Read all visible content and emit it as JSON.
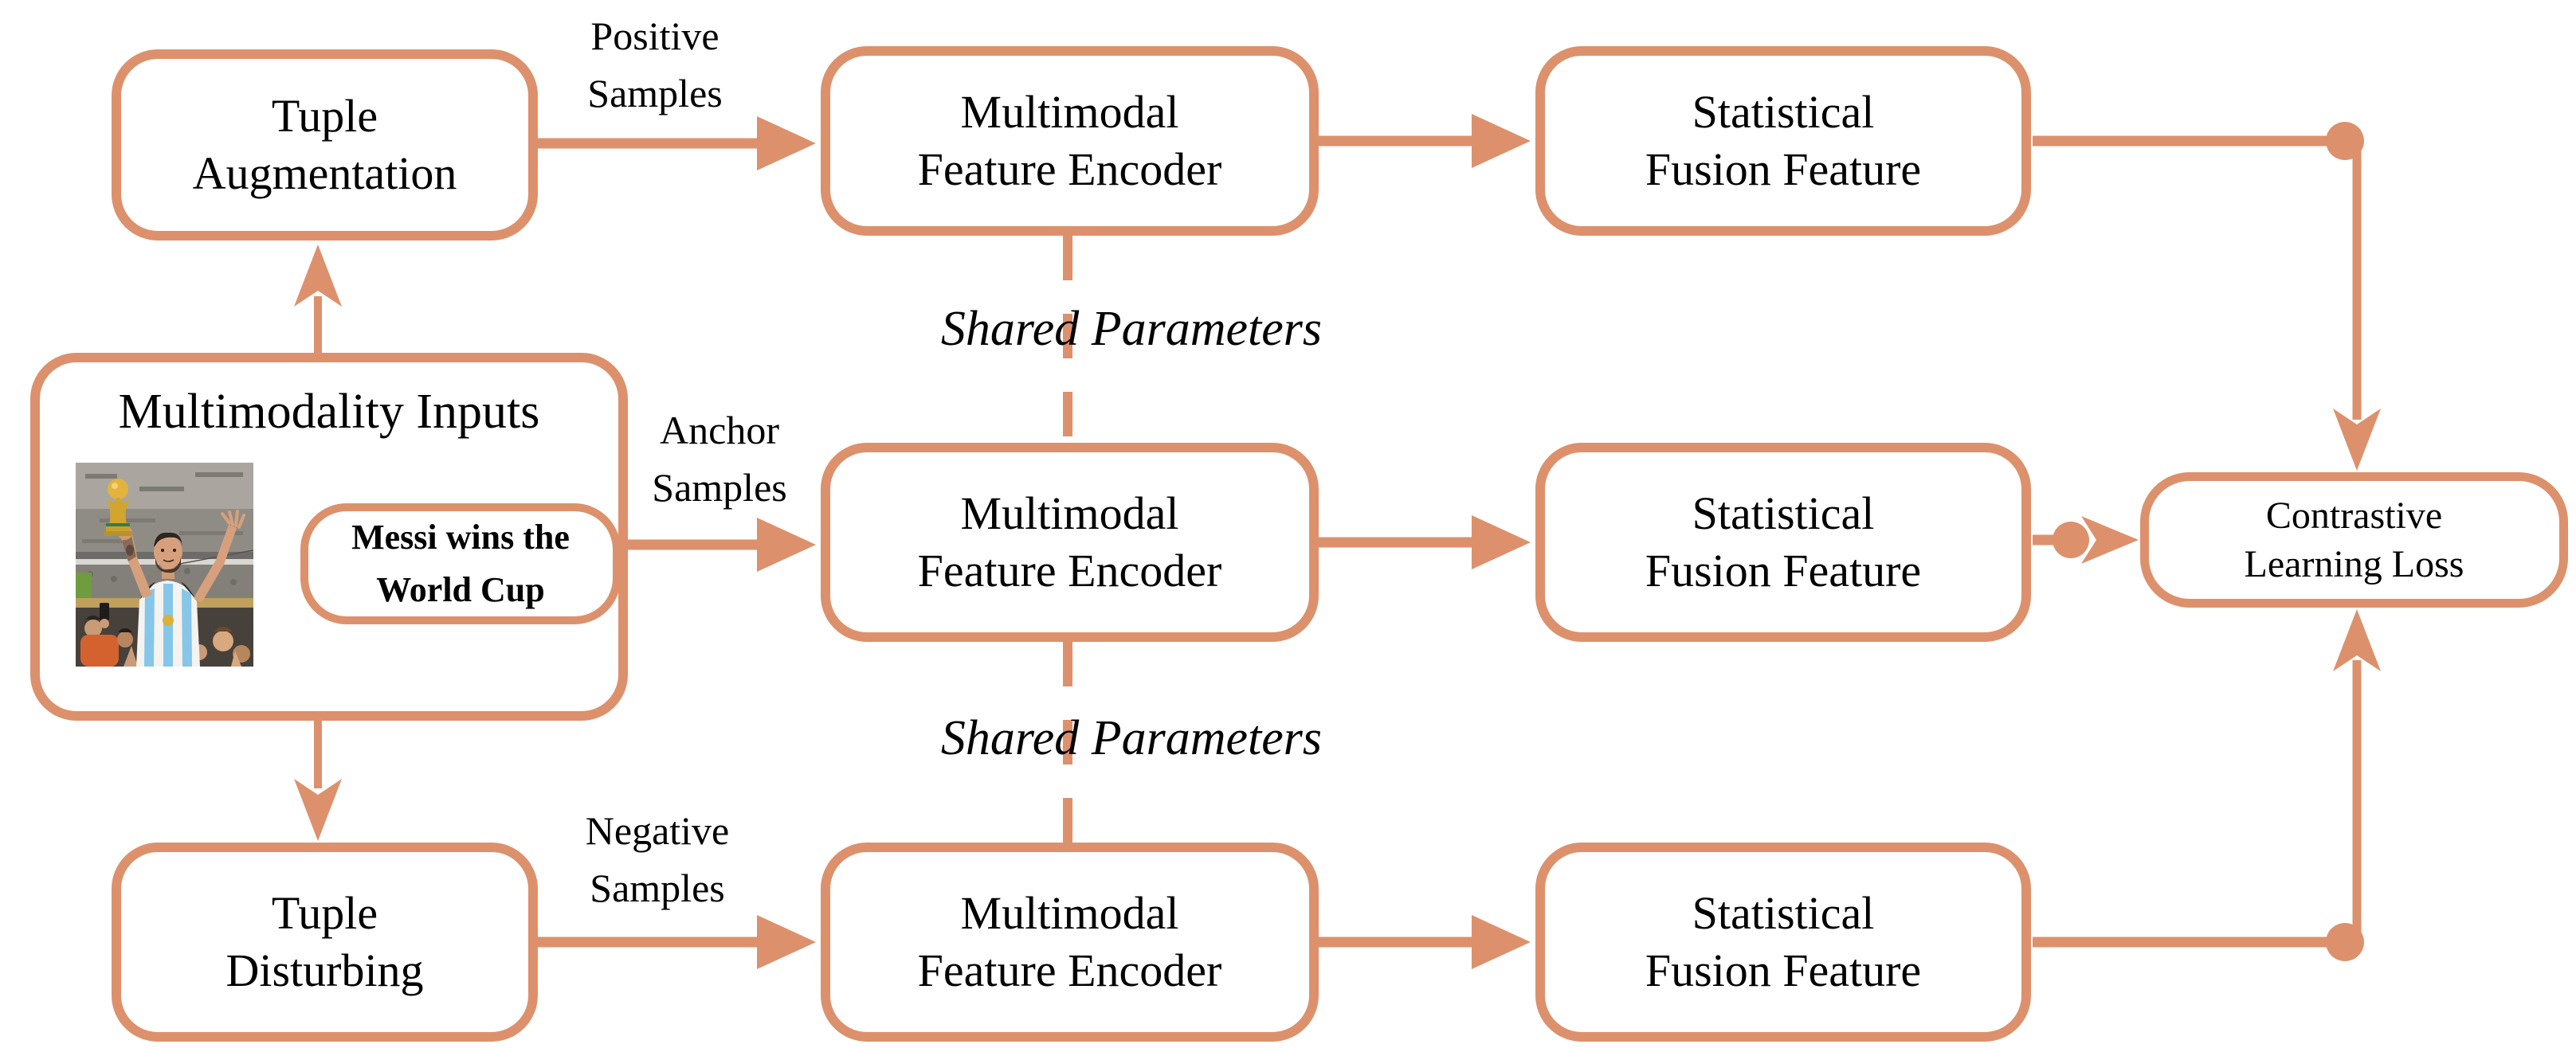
{
  "figure": {
    "kind": "contrastive-learning-architecture-diagram"
  },
  "colors": {
    "accent": "#DC916C",
    "text": "#000000",
    "background": "#FFFFFF",
    "jersey_blue": "#86C6E9",
    "trophy_gold": "#D2A52E"
  },
  "nodes": {
    "tuple_augmentation": {
      "lines": [
        "Tuple",
        "Augmentation"
      ]
    },
    "multimodality_inputs": {
      "title": "Multimodality Inputs",
      "caption": [
        "Messi wins the",
        "World Cup"
      ]
    },
    "tuple_disturbing": {
      "lines": [
        "Tuple",
        "Disturbing"
      ]
    },
    "encoders": [
      {
        "lines": [
          "Multimodal",
          "Feature Encoder"
        ]
      },
      {
        "lines": [
          "Multimodal",
          "Feature Encoder"
        ]
      },
      {
        "lines": [
          "Multimodal",
          "Feature Encoder"
        ]
      }
    ],
    "fusions": [
      {
        "lines": [
          "Statistical",
          "Fusion Feature"
        ]
      },
      {
        "lines": [
          "Statistical",
          "Fusion Feature"
        ]
      },
      {
        "lines": [
          "Statistical",
          "Fusion Feature"
        ]
      }
    ],
    "loss": {
      "lines": [
        "Contrastive",
        "Learning Loss"
      ]
    }
  },
  "edge_labels": {
    "positive": [
      "Positive",
      "Samples"
    ],
    "anchor": [
      "Anchor",
      "Samples"
    ],
    "negative": [
      "Negative",
      "Samples"
    ],
    "shared_parameters": "Shared Parameters"
  }
}
